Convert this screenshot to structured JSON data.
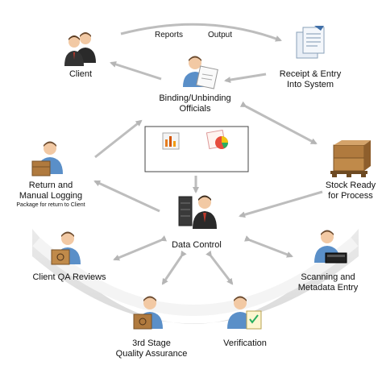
{
  "nodes": {
    "client": {
      "label": "Client"
    },
    "receipt": {
      "line1": "Receipt & Entry",
      "line2": "Into System"
    },
    "binding": {
      "line1": "Binding/Unbinding",
      "line2": "Officials"
    },
    "stock": {
      "line1": "Stock Ready",
      "line2": "for Process"
    },
    "return_logging": {
      "line1": "Return and",
      "line2": "Manual Logging",
      "note": "Package for return to Client"
    },
    "data_control": {
      "label": "Data Control"
    },
    "client_qa": {
      "label": "Client QA Reviews"
    },
    "scanning": {
      "line1": "Scanning and",
      "line2": "Metadata Entry"
    },
    "third_stage": {
      "line1": "3rd Stage",
      "line2": "Quality Assurance"
    },
    "verification": {
      "label": "Verification"
    }
  },
  "center_box": {
    "reports": "Reports",
    "output": "Output"
  },
  "colors": {
    "arrow": "#b8b8b8",
    "arc": "#e2e2e2",
    "skin": "#f2c9a4",
    "hair": "#6b4a2e",
    "blue_shirt": "#5a8fc8",
    "dark_suit": "#2a2a2a",
    "box_brown": "#b07a3e",
    "paper": "#e8eef6"
  }
}
